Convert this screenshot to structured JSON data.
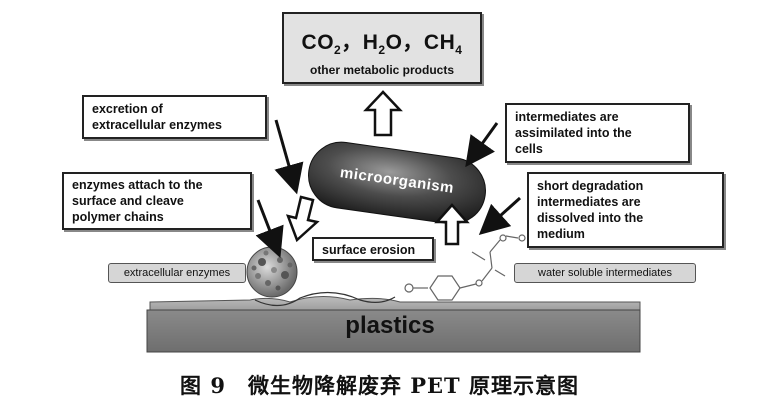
{
  "products": {
    "co2": "CO",
    "co2_sub": "2",
    "h2o_pre": "H",
    "h2o_sub": "2",
    "h2o_post": "O",
    "ch4_pre": "CH",
    "ch4_sub": "4",
    "sep": "，",
    "other": "other metabolic products"
  },
  "labels": {
    "excretion_1": "excretion of",
    "excretion_2": "extracellular enzymes",
    "attach_1": "enzymes attach to the",
    "attach_2": "surface and cleave",
    "attach_3": "polymer chains",
    "assim_1": "intermediates are",
    "assim_2": "assimilated into the",
    "assim_3": "cells",
    "short_1": "short degradation",
    "short_2": "intermediates are",
    "short_3": "dissolved into the",
    "short_4": "medium",
    "surface_erosion": "surface erosion",
    "microorganism": "microorganism",
    "extracellular_enzymes": "extracellular enzymes",
    "water_soluble": "water soluble intermediates",
    "plastics": "plastics"
  },
  "caption": "图 9　微生物降解废弃 PET 原理示意图"
}
